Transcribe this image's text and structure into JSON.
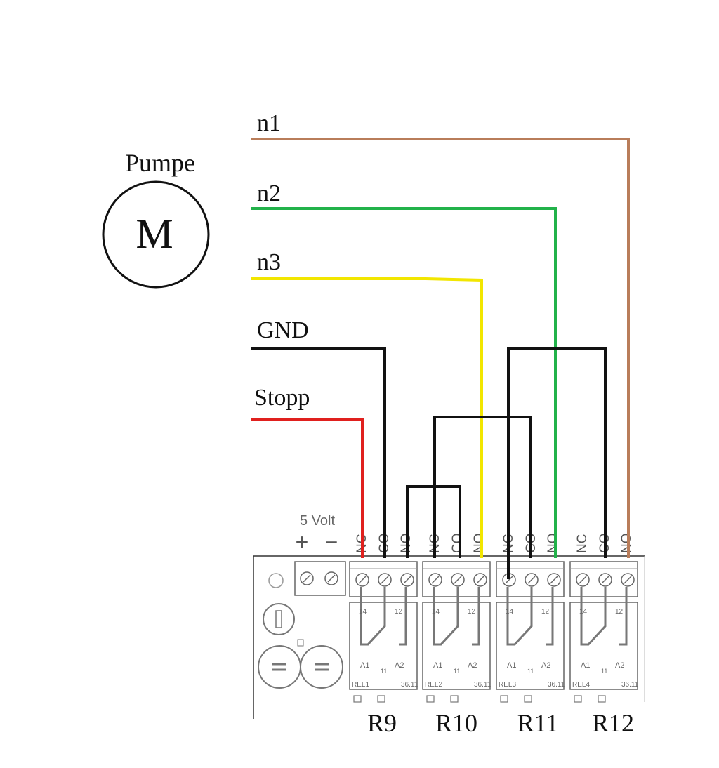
{
  "pump": {
    "title": "Pumpe",
    "symbol": "M"
  },
  "wires": [
    {
      "id": "n1",
      "label": "n1",
      "color": "#b97d5a"
    },
    {
      "id": "n2",
      "label": "n2",
      "color": "#22b24a"
    },
    {
      "id": "n3",
      "label": "n3",
      "color": "#f2e600"
    },
    {
      "id": "gnd",
      "label": "GND",
      "color": "#111111"
    },
    {
      "id": "stopp",
      "label": "Stopp",
      "color": "#e0201e"
    }
  ],
  "board": {
    "supply_label": "5 Volt",
    "supply_plus": "+",
    "supply_minus": "−",
    "terminal_labels": [
      "NC",
      "CO",
      "NO"
    ],
    "relays": [
      {
        "name": "R9",
        "board_label": "REL1",
        "part_label": "36.11",
        "pin_top_left": "14",
        "pin_top_right": "12",
        "pin_a1": "A1",
        "pin_11": "11",
        "pin_a2": "A2"
      },
      {
        "name": "R10",
        "board_label": "REL2",
        "part_label": "36.11",
        "pin_top_left": "14",
        "pin_top_right": "12",
        "pin_a1": "A1",
        "pin_11": "11",
        "pin_a2": "A2"
      },
      {
        "name": "R11",
        "board_label": "REL3",
        "part_label": "36.11",
        "pin_top_left": "14",
        "pin_top_right": "12",
        "pin_a1": "A1",
        "pin_11": "11",
        "pin_a2": "A2"
      },
      {
        "name": "R12",
        "board_label": "REL4",
        "part_label": "36.11",
        "pin_top_left": "14",
        "pin_top_right": "12",
        "pin_a1": "A1",
        "pin_11": "11",
        "pin_a2": "A2"
      }
    ]
  }
}
